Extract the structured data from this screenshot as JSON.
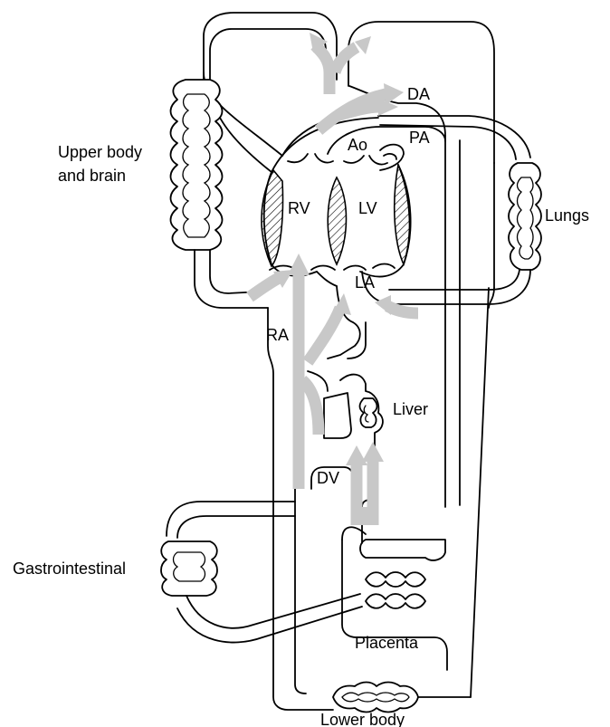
{
  "labels": {
    "upper_body_line1": "Upper body",
    "upper_body_line2": "and brain",
    "da": "DA",
    "pa": "PA",
    "ao": "Ao",
    "rv": "RV",
    "lv": "LV",
    "la": "LA",
    "ra": "RA",
    "lungs": "Lungs",
    "liver": "Liver",
    "dv": "DV",
    "gastrointestinal": "Gastrointestinal",
    "placenta": "Placenta",
    "lower_body": "Lower body"
  },
  "colors": {
    "outline": "#000000",
    "flow_arrow": "#c8c8c8",
    "background": "#ffffff"
  }
}
